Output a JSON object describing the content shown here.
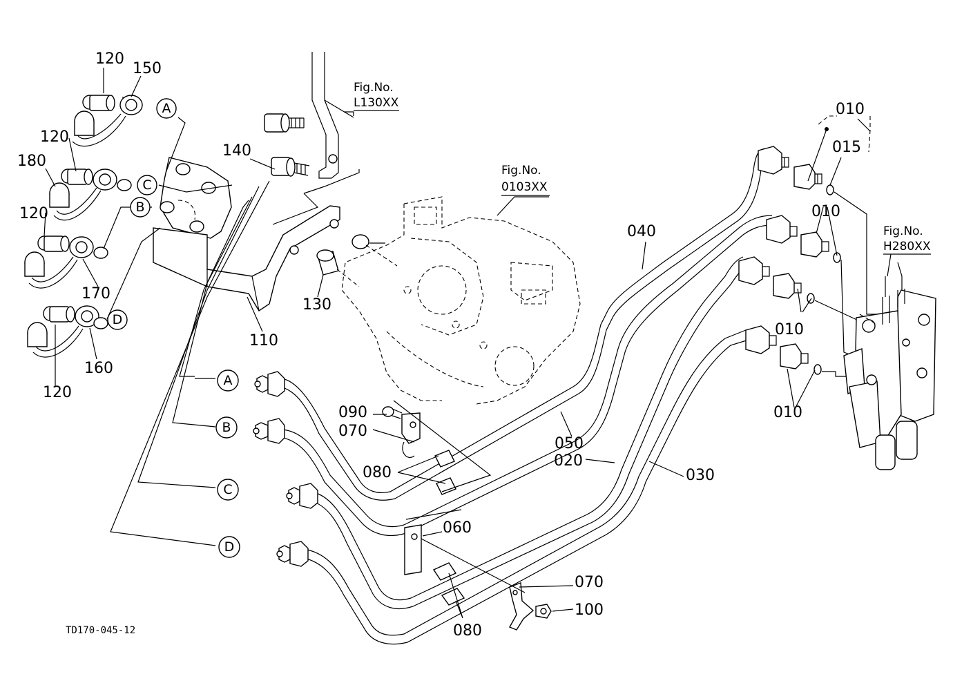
{
  "diagram": {
    "part_numbers": {
      "p010": "010",
      "p015": "015",
      "p020": "020",
      "p030": "030",
      "p040": "040",
      "p050": "050",
      "p060": "060",
      "p070": "070",
      "p080": "080",
      "p090": "090",
      "p100": "100",
      "p110": "110",
      "p120": "120",
      "p130": "130",
      "p140": "140",
      "p150": "150",
      "p160": "160",
      "p170": "170",
      "p180": "180"
    },
    "circle_labels": {
      "a": "A",
      "b": "B",
      "c": "C",
      "d": "D"
    },
    "figure_refs": {
      "fig_label": "Fig.No.",
      "l130": "L130XX",
      "f0103": "0103XX",
      "h280": "H280XX"
    },
    "drawing_code": "TD170-045-12"
  }
}
